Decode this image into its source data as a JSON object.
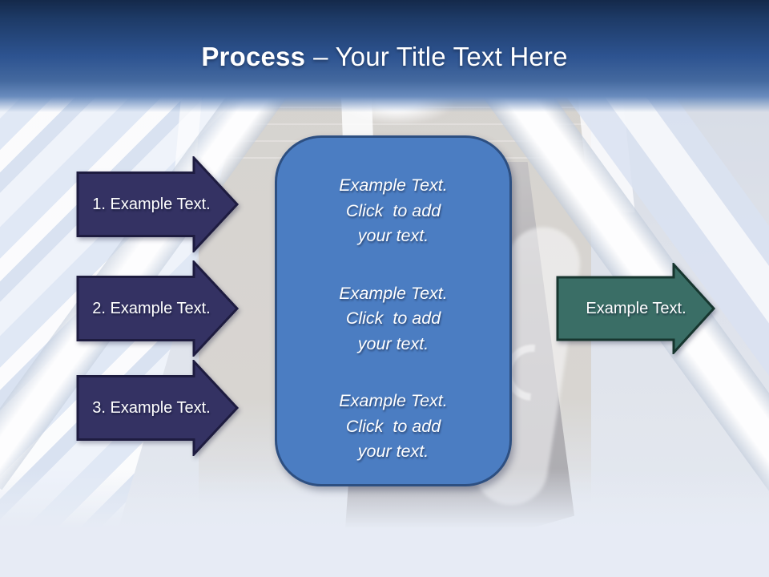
{
  "slide": {
    "title": {
      "bold": "Process",
      "rest": "– Your Title Text Here"
    }
  },
  "left_arrows": [
    {
      "label": "1. Example Text."
    },
    {
      "label": "2. Example Text."
    },
    {
      "label": "3. Example Text."
    }
  ],
  "center_box": {
    "paragraphs": [
      "Example Text.\nClick  to add\nyour text.",
      "Example Text.\nClick  to add\nyour text.",
      "Example Text.\nClick  to add\nyour text."
    ]
  },
  "right_arrow": {
    "label": "Example Text."
  },
  "colors": {
    "header_navy": "#14294a",
    "header_blue": "#2d5390",
    "step_arrow_fill": "#343263",
    "step_arrow_border": "#1e1c40",
    "content_box_fill": "#4b7dc2",
    "content_box_border": "#2d4f81",
    "result_arrow_fill": "#3a6e66",
    "result_arrow_border": "#17362f",
    "text_white": "#ffffff"
  }
}
